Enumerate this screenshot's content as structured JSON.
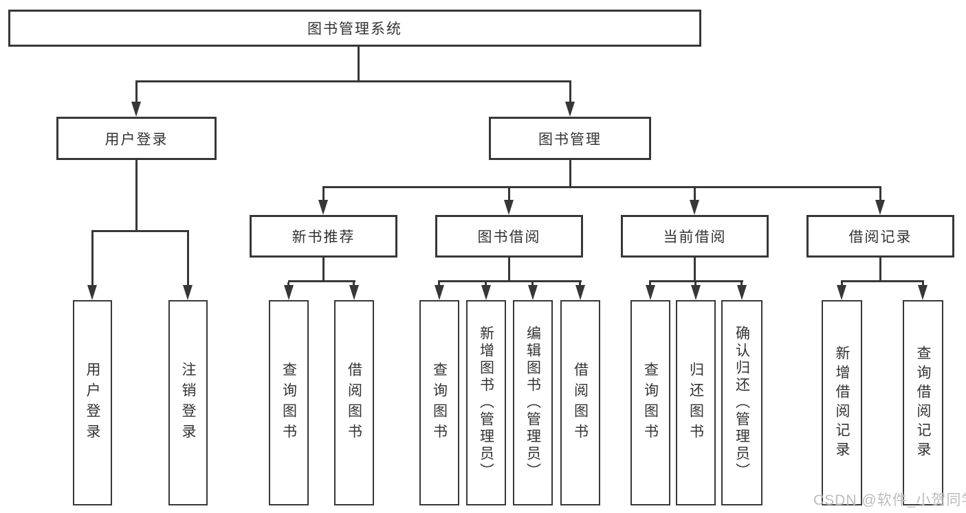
{
  "nodes": {
    "root": "图书管理系统",
    "user_login": "用户登录",
    "book_management": "图书管理",
    "new_book_recommend": "新书推荐",
    "book_borrowing": "图书借阅",
    "current_borrowing": "当前借阅",
    "borrowing_records": "借阅记录",
    "leaf_user_login": "用户登录",
    "leaf_logout": "注销登录",
    "leaf_recommend_query": "查询图书",
    "leaf_recommend_borrow": "借阅图书",
    "leaf_borrowing_query": "查询图书",
    "leaf_borrowing_add": "新增图书（管理员）",
    "leaf_borrowing_edit": "编辑图书（管理员）",
    "leaf_borrowing_borrow": "借阅图书",
    "leaf_current_query": "查询图书",
    "leaf_current_return": "归还图书",
    "leaf_current_confirm": "确认归还（管理员）",
    "leaf_records_add": "新增借阅记录",
    "leaf_records_query": "查询借阅记录"
  },
  "hierarchy": {
    "图书管理系统": [
      "用户登录",
      "图书管理"
    ],
    "用户登录": [
      "用户登录",
      "注销登录"
    ],
    "图书管理": [
      "新书推荐",
      "图书借阅",
      "当前借阅",
      "借阅记录"
    ],
    "新书推荐": [
      "查询图书",
      "借阅图书"
    ],
    "图书借阅": [
      "查询图书",
      "新增图书（管理员）",
      "编辑图书（管理员）",
      "借阅图书"
    ],
    "当前借阅": [
      "查询图书",
      "归还图书",
      "确认归还（管理员）"
    ],
    "借阅记录": [
      "新增借阅记录",
      "查询借阅记录"
    ]
  },
  "watermark": "CSDN @软件_小贺同学",
  "colors": {
    "line": "#373737",
    "text": "#333333",
    "watermark_text": "#bcbcbc",
    "background": "#ffffff"
  }
}
